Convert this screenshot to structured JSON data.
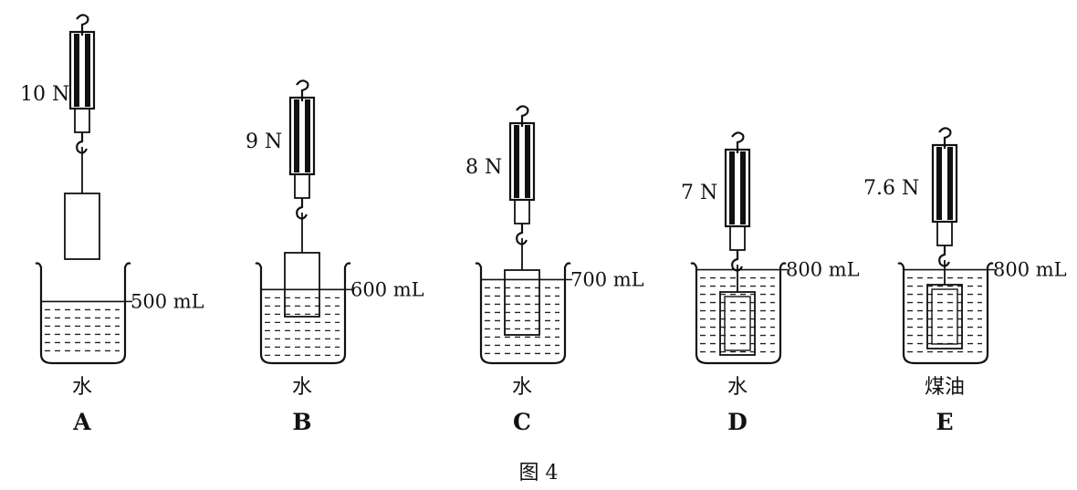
{
  "figure": {
    "caption": "图 4",
    "panels": [
      {
        "id": "A",
        "letter": "A",
        "force": "10 N",
        "volume": "500 mL",
        "liquid": "水",
        "immersion": "none",
        "fill_level": 0.62
      },
      {
        "id": "B",
        "letter": "B",
        "force": "9 N",
        "volume": "600 mL",
        "liquid": "水",
        "immersion": "partial",
        "fill_level": 0.74
      },
      {
        "id": "C",
        "letter": "C",
        "force": "8 N",
        "volume": "700 mL",
        "liquid": "水",
        "immersion": "partial",
        "fill_level": 0.84
      },
      {
        "id": "D",
        "letter": "D",
        "force": "7 N",
        "volume": "800 mL",
        "liquid": "水",
        "immersion": "full",
        "fill_level": 0.94
      },
      {
        "id": "E",
        "letter": "E",
        "force": "7.6 N",
        "volume": "800 mL",
        "liquid": "煤油",
        "immersion": "full",
        "fill_level": 0.94
      }
    ]
  }
}
